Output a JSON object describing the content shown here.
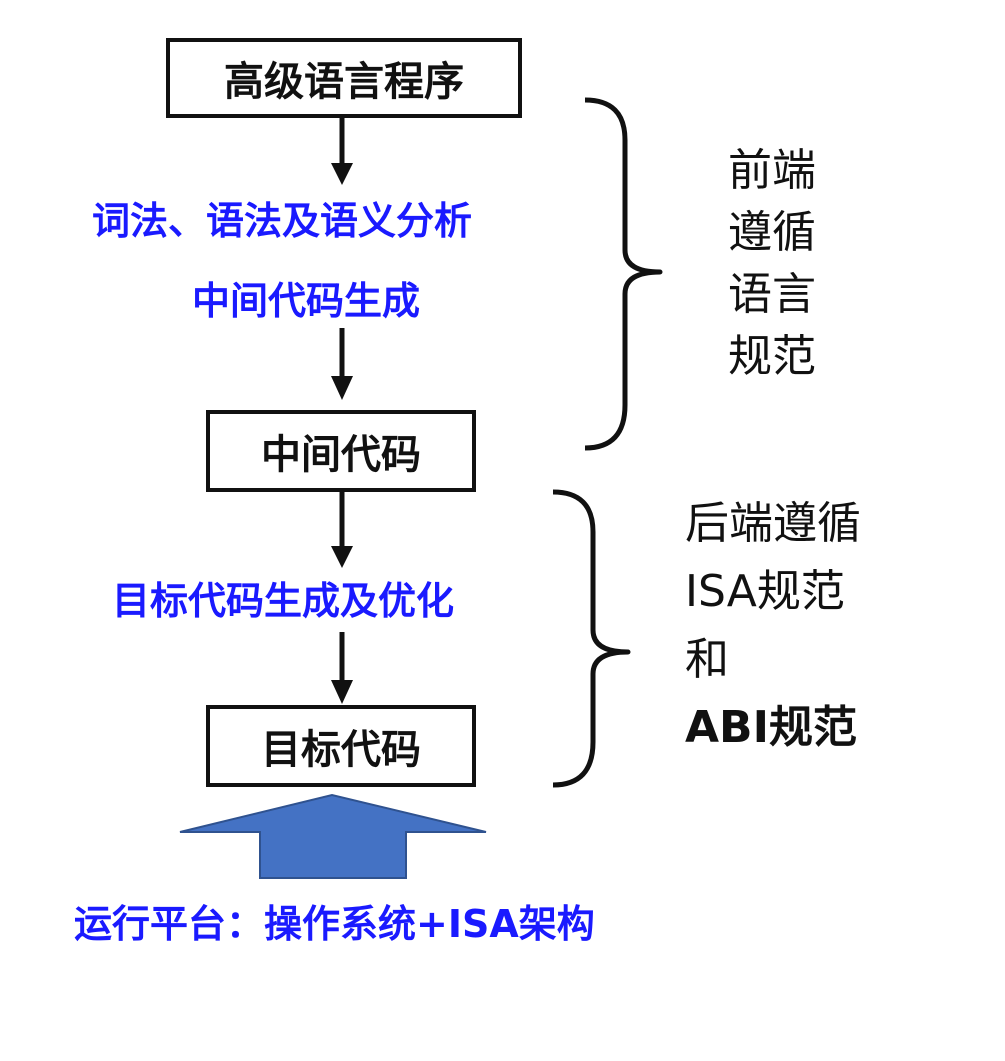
{
  "boxes": {
    "top": "高级语言程序",
    "middle": "中间代码",
    "bottom": "目标代码"
  },
  "stages": {
    "analysis": "词法、语法及语义分析",
    "ir_gen": "中间代码生成",
    "target_gen": "目标代码生成及优化"
  },
  "frontend": {
    "lines": [
      "前端",
      "遵循",
      "语言",
      "规范"
    ]
  },
  "backend": {
    "lines": [
      "后端遵循",
      "ISA规范",
      "和"
    ],
    "bold_line": "ABI规范"
  },
  "platform": {
    "label": "运行平台：操作系统+ISA架构"
  },
  "colors": {
    "stage_text": "#1a1aff",
    "platform_arrow": "#4472c4",
    "platform_arrow_border": "#2f528f",
    "line": "#111111"
  }
}
